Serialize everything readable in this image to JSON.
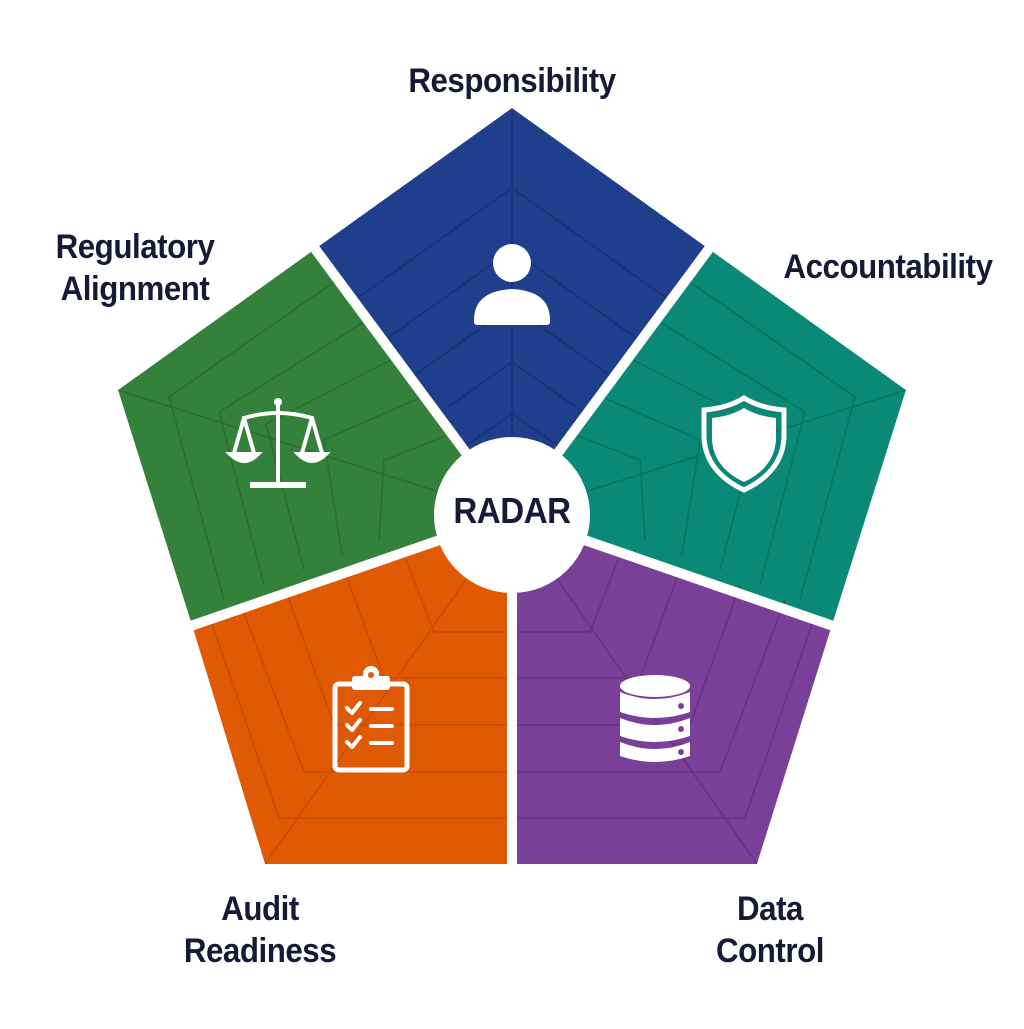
{
  "diagram": {
    "type": "pentagon-radar",
    "center_label": "RADAR",
    "segments": [
      {
        "id": "responsibility",
        "label_lines": [
          "Responsibility"
        ],
        "color": "#1f3f8c",
        "icon": "person-icon"
      },
      {
        "id": "accountability",
        "label_lines": [
          "Accountability"
        ],
        "color": "#0a8a76",
        "icon": "shield-icon"
      },
      {
        "id": "data-control",
        "label_lines": [
          "Data",
          "Control"
        ],
        "color": "#7a3f98",
        "icon": "database-icon"
      },
      {
        "id": "audit-readiness",
        "label_lines": [
          "Audit",
          "Readiness"
        ],
        "color": "#e05a06",
        "icon": "clipboard-checklist-icon"
      },
      {
        "id": "regulatory-alignment",
        "label_lines": [
          "Regulatory",
          "Alignment"
        ],
        "color": "#33813a",
        "icon": "scales-icon"
      }
    ],
    "separator_color": "#ffffff",
    "text_color": "#161a36"
  }
}
